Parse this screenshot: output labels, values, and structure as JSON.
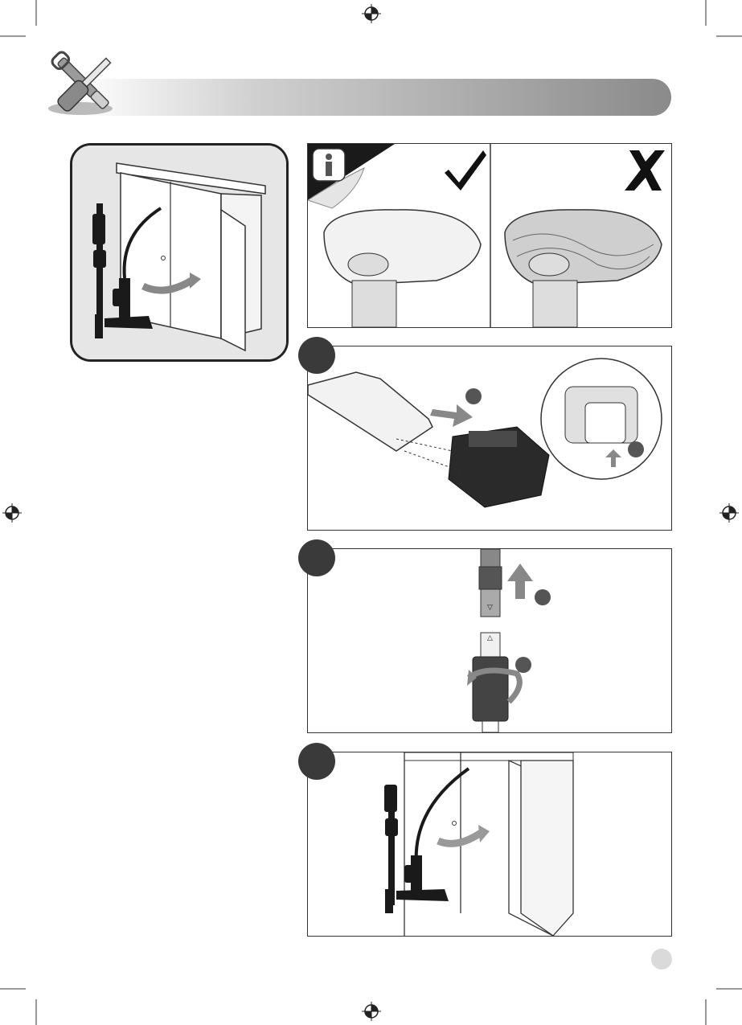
{
  "header": {
    "icon": "tools-icon",
    "bar_gradient_start": "#ffffff",
    "bar_gradient_end": "#8a8a8a"
  },
  "marks": {
    "registration_icon": "registration-mark-icon",
    "check_icon": "check-mark-icon",
    "cross_icon": "cross-mark-icon",
    "info_icon": "info-icon"
  },
  "figures": [
    {
      "id": "storage-cabinet",
      "description_icon": "trimmer-in-cabinet"
    },
    {
      "id": "guard-clean-vs-dirty",
      "correct": "check",
      "incorrect": "cross"
    },
    {
      "id": "battery-removal",
      "step_badge": "",
      "sub_badges": [
        "",
        ""
      ]
    },
    {
      "id": "shaft-separation",
      "step_badge": "",
      "sub_badges": [
        "",
        ""
      ],
      "arrow_marks": [
        "▽",
        "△"
      ]
    },
    {
      "id": "store-in-cabinet",
      "step_badge": ""
    }
  ],
  "page_number": ""
}
